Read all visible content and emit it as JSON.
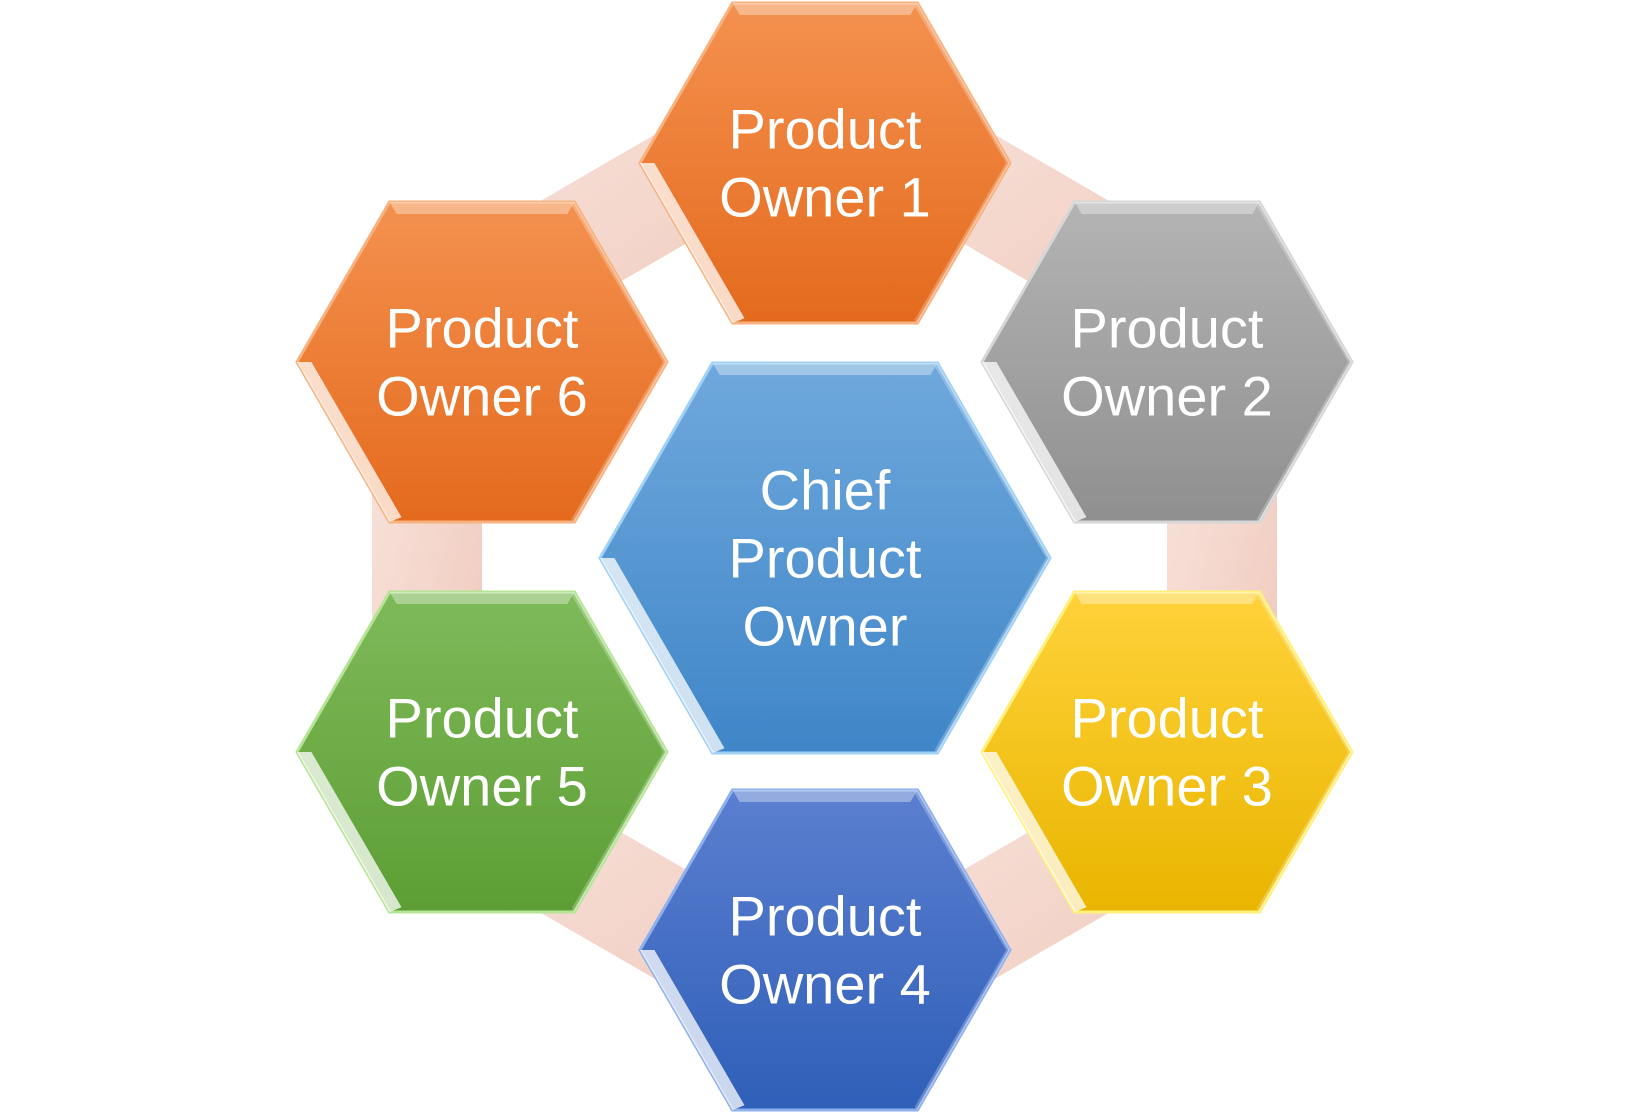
{
  "diagram": {
    "center": {
      "lines": [
        "Chief",
        "Product",
        "Owner"
      ],
      "color_top": "#6fa8dc",
      "color_bottom": "#3f86c8",
      "edge": "#9fd0f5"
    },
    "members": [
      {
        "lines": [
          "Product",
          "Owner 1"
        ],
        "color_top": "#f4914f",
        "color_bottom": "#e46a1d",
        "edge": "#f7b27f"
      },
      {
        "lines": [
          "Product",
          "Owner 2"
        ],
        "color_top": "#b4b4b4",
        "color_bottom": "#8f8f8f",
        "edge": "#d6d6d6"
      },
      {
        "lines": [
          "Product",
          "Owner 3"
        ],
        "color_top": "#ffd23a",
        "color_bottom": "#e9b500",
        "edge": "#fff07a"
      },
      {
        "lines": [
          "Product",
          "Owner 4"
        ],
        "color_top": "#5b7fd0",
        "color_bottom": "#2f5fb8",
        "edge": "#8fb0ee"
      },
      {
        "lines": [
          "Product",
          "Owner 5"
        ],
        "color_top": "#7fba5a",
        "color_bottom": "#5d9e34",
        "edge": "#b5e497"
      },
      {
        "lines": [
          "Product",
          "Owner 6"
        ],
        "color_top": "#f4914f",
        "color_bottom": "#e46a1d",
        "edge": "#f7b27f"
      }
    ],
    "connector_color": "#f3cfc2"
  }
}
